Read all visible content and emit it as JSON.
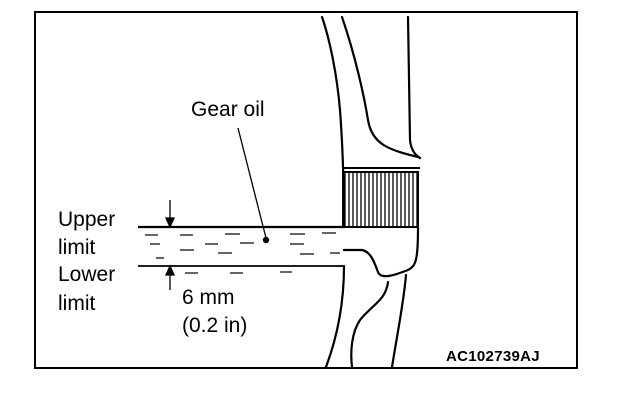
{
  "labels": {
    "gear_oil": "Gear oil",
    "upper_limit_line1": "Upper",
    "upper_limit_line2": "limit",
    "lower_limit_line1": "Lower",
    "lower_limit_line2": "limit",
    "dimension_line1": "6 mm",
    "dimension_line2": "(0.2 in)",
    "figure_code": "AC102739AJ"
  }
}
